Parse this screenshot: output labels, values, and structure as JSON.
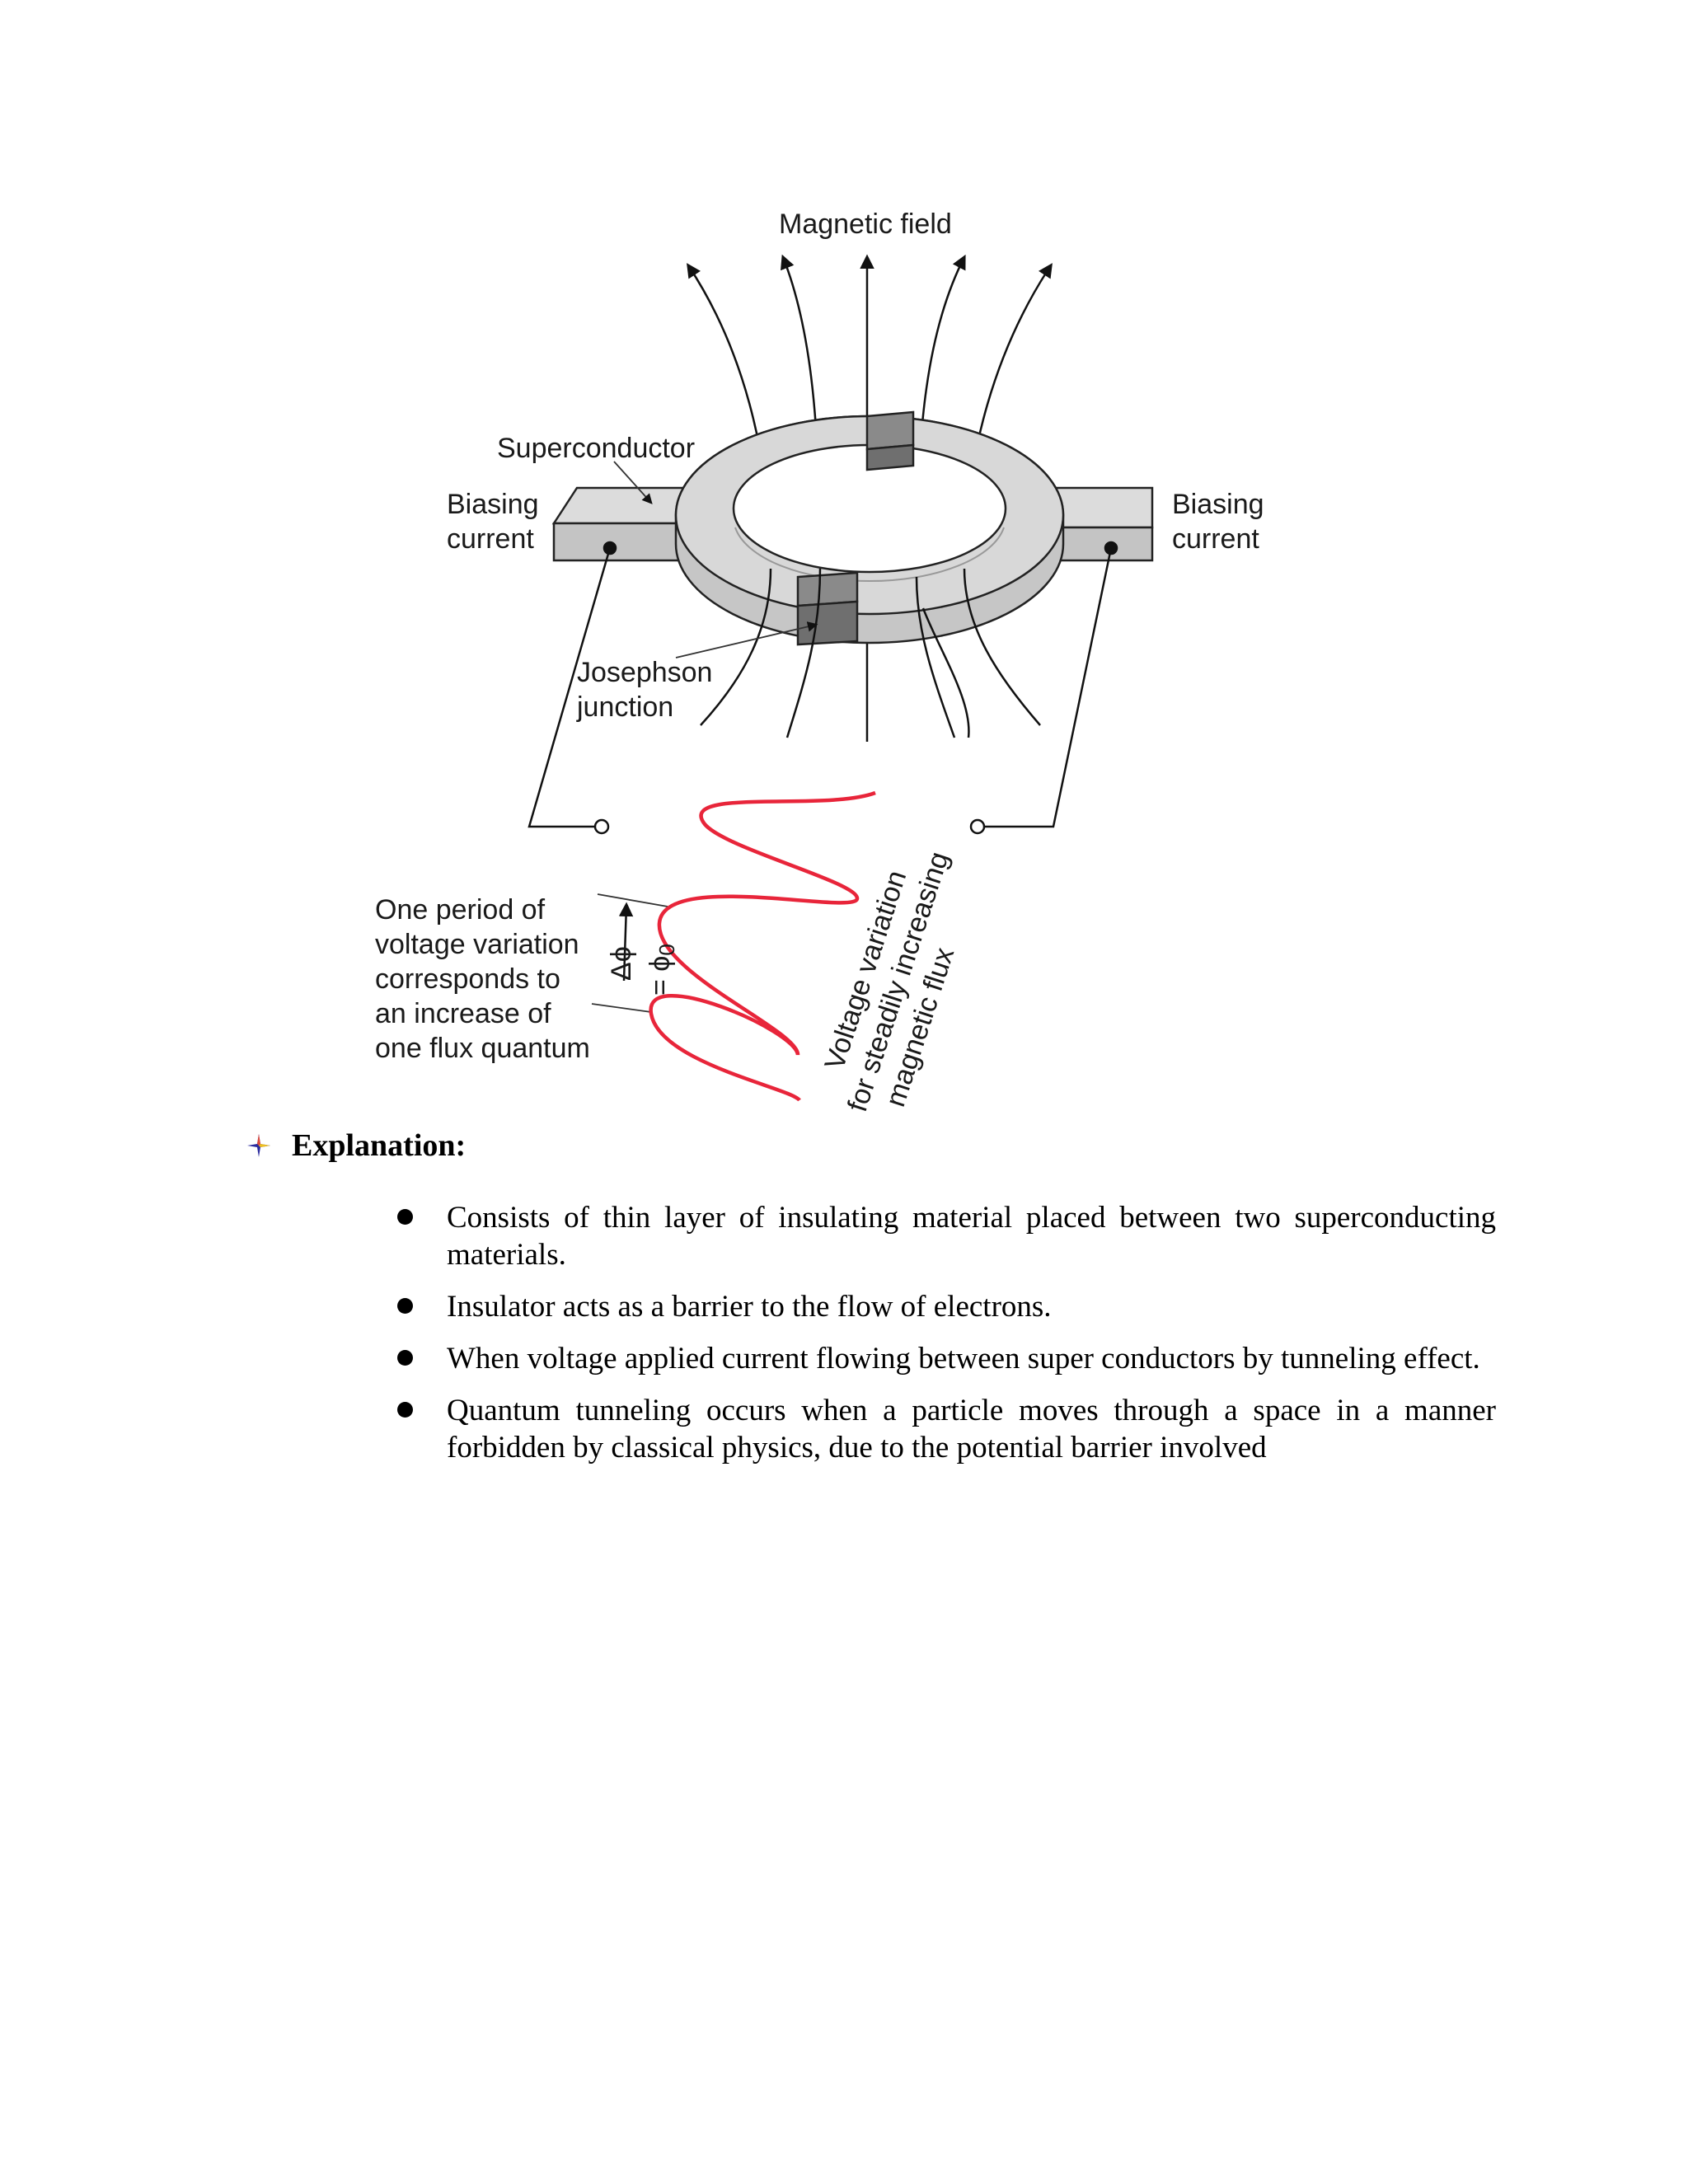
{
  "diagram": {
    "label_magnetic_field": "Magnetic field",
    "label_superconductor": "Superconductor",
    "label_biasing_left": [
      "Biasing",
      "current"
    ],
    "label_biasing_right": [
      "Biasing",
      "current"
    ],
    "label_josephson": [
      "Josephson",
      "junction"
    ],
    "label_period": [
      "One period of",
      "voltage variation",
      "corresponds to",
      "an increase of",
      "one flux quantum"
    ],
    "label_delta_phi": "Δϕ",
    "label_phi0": "= ϕ",
    "label_phi0_sub": "0",
    "label_voltage": [
      "Voltage variation",
      "for steadily increasing",
      "magnetic flux"
    ],
    "waveform_color": "#e8253a",
    "ring_color": "#cfcfcf",
    "junction_color": "#8a8a8a"
  },
  "section": {
    "heading": "Explanation:",
    "bullet_icon": "four-point-star-icon"
  },
  "bullets": [
    "Consists of thin layer of insulating material placed between two superconducting materials.",
    "Insulator acts as a barrier to the flow of electrons.",
    "When voltage applied current flowing between super conductors by tunneling effect.",
    "Quantum tunneling occurs when a particle moves through a space in a manner forbidden by classical physics, due to the potential barrier involved"
  ]
}
